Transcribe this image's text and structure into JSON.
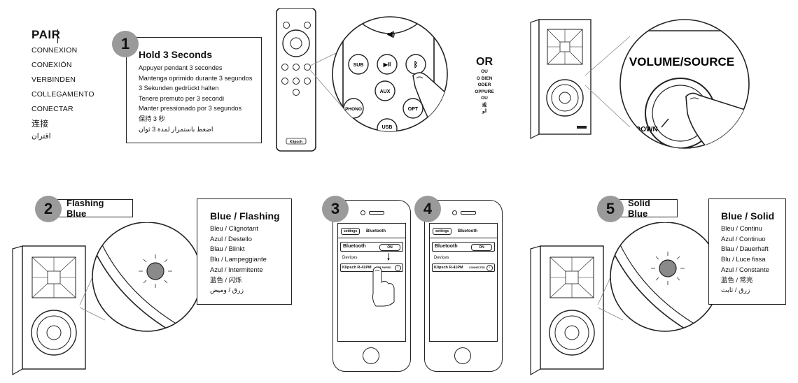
{
  "pair": {
    "title": "PAIR",
    "translations": [
      "CONNEXION",
      "CONEXIÓN",
      "VERBINDEN",
      "COLLEGAMENTO",
      "CONECTAR",
      "连接",
      "اقتران"
    ]
  },
  "step1": {
    "number": "1",
    "title": "Hold 3 Seconds",
    "lines": [
      "Appuyer pendant 3 secondes",
      "Mantenga oprimido durante 3 segundos",
      "3 Sekunden gedrückt halten",
      "Tenere premuto per 3 secondi",
      "Manter pressionado por 3 segundos",
      "保持 3 秒",
      "اضغط باستمرار لمدة 3 ثوان"
    ]
  },
  "remote": {
    "brand": "Klipsch",
    "buttons": [
      "SUB",
      "AUX",
      "PHONO",
      "OPT",
      "USB"
    ]
  },
  "or": {
    "big": "OR",
    "lines": [
      "OU",
      "O BIEN",
      "ODER",
      "OPPURE",
      "OU",
      "或",
      "أو"
    ]
  },
  "knob": {
    "label": "VOLUME/SOURCE",
    "down": "DOWN"
  },
  "step2": {
    "number": "2",
    "tag": "Flashing Blue",
    "info_title": "Blue / Flashing",
    "lines": [
      "Bleu / Clignotant",
      "Azul / Destello",
      "Blau / Blinkt",
      "Blu / Lampeggiante",
      "Azul / Intermitente",
      "蓝色 / 闪烁",
      "زرق / وميض"
    ]
  },
  "step3": {
    "number": "3",
    "back": "settings",
    "header": "Bluetooth",
    "bt_label": "Bluetooth",
    "toggle": "ON",
    "devices": "Devices",
    "device_name": "Klipsch R-41PM",
    "status": "NOT PAIRED"
  },
  "step4": {
    "number": "4",
    "back": "settings",
    "header": "Bluetooth",
    "bt_label": "Bluetooth",
    "toggle": "ON",
    "devices": "Devices",
    "device_name": "Klipsch R-41PM",
    "status": "CONNECTED"
  },
  "step5": {
    "number": "5",
    "tag": "Solid Blue",
    "info_title": "Blue / Solid",
    "lines": [
      "Bleu / Continu",
      "Azul / Continuo",
      "Blau / Dauerhaft",
      "Blu / Luce fissa",
      "Azul / Constante",
      "蓝色 / 常亮",
      "زرق / ثابت"
    ]
  },
  "colors": {
    "gray_badge": "#9a9a9a",
    "line": "#222222",
    "led_gray": "#8a8a8a"
  }
}
